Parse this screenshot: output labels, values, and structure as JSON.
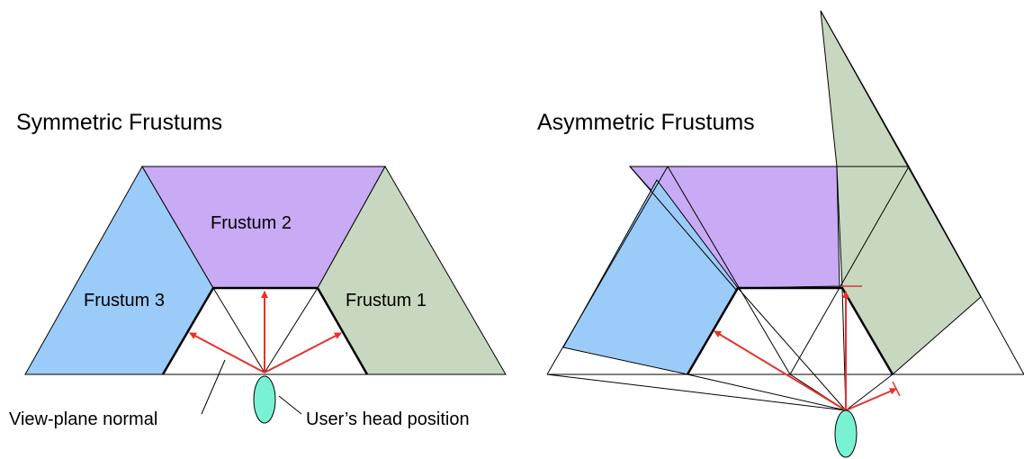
{
  "left_panel": {
    "title": "Symmetric Frustums",
    "frustum_labels": [
      "Frustum 1",
      "Frustum 2",
      "Frustum 3"
    ],
    "callouts": {
      "normal": "View-plane normal",
      "head": "User’s head position"
    }
  },
  "right_panel": {
    "title": "Asymmetric Frustums"
  },
  "colors": {
    "frustum_1": "#c8d8c0",
    "frustum_2": "#c8aaf5",
    "frustum_3": "#9bcbf8",
    "head": "#79f2d2",
    "arrows": "#e8302a",
    "outline": "#000000"
  }
}
